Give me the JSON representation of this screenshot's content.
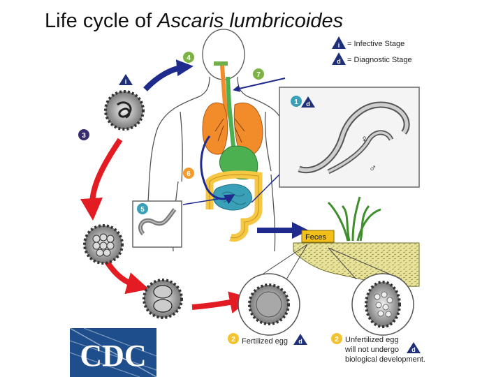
{
  "title": {
    "prefix": "Life cycle of ",
    "species": "Ascaris lumbricoides"
  },
  "legend": {
    "infective": {
      "symbol": "i",
      "text": "= Infective Stage"
    },
    "diagnostic": {
      "symbol": "d",
      "text": "= Diagnostic Stage"
    }
  },
  "stages": {
    "s1": "1",
    "s2a": "2",
    "s2b": "2",
    "s3": "3",
    "s4": "4",
    "s5": "5",
    "s6": "6",
    "s7": "7"
  },
  "badges": {
    "i": "i",
    "d": "d"
  },
  "sex_symbols": {
    "female": "♀",
    "male": "♂"
  },
  "labels": {
    "feces": "Feces",
    "fertilized": "Fertilized egg",
    "unfertilized_line1": "Unfertilized egg",
    "unfertilized_line2": "will not undergo",
    "unfertilized_line3": "biological development."
  },
  "logo": {
    "text": "CDC"
  },
  "colors": {
    "stage_green": "#7cb342",
    "stage_teal": "#3aa0b8",
    "stage_orange": "#f39a2b",
    "stage_purple": "#3a2a6e",
    "stage_yellow": "#f2c230",
    "badge_navy": "#1f2f7a",
    "arrow_red": "#e31b23",
    "arrow_blue": "#1e2a8c",
    "lung_orange": "#f28b2a",
    "gut_green": "#4caf50",
    "intestine_yellow": "#f6c743",
    "cdc_blue": "#1f4e8c"
  }
}
